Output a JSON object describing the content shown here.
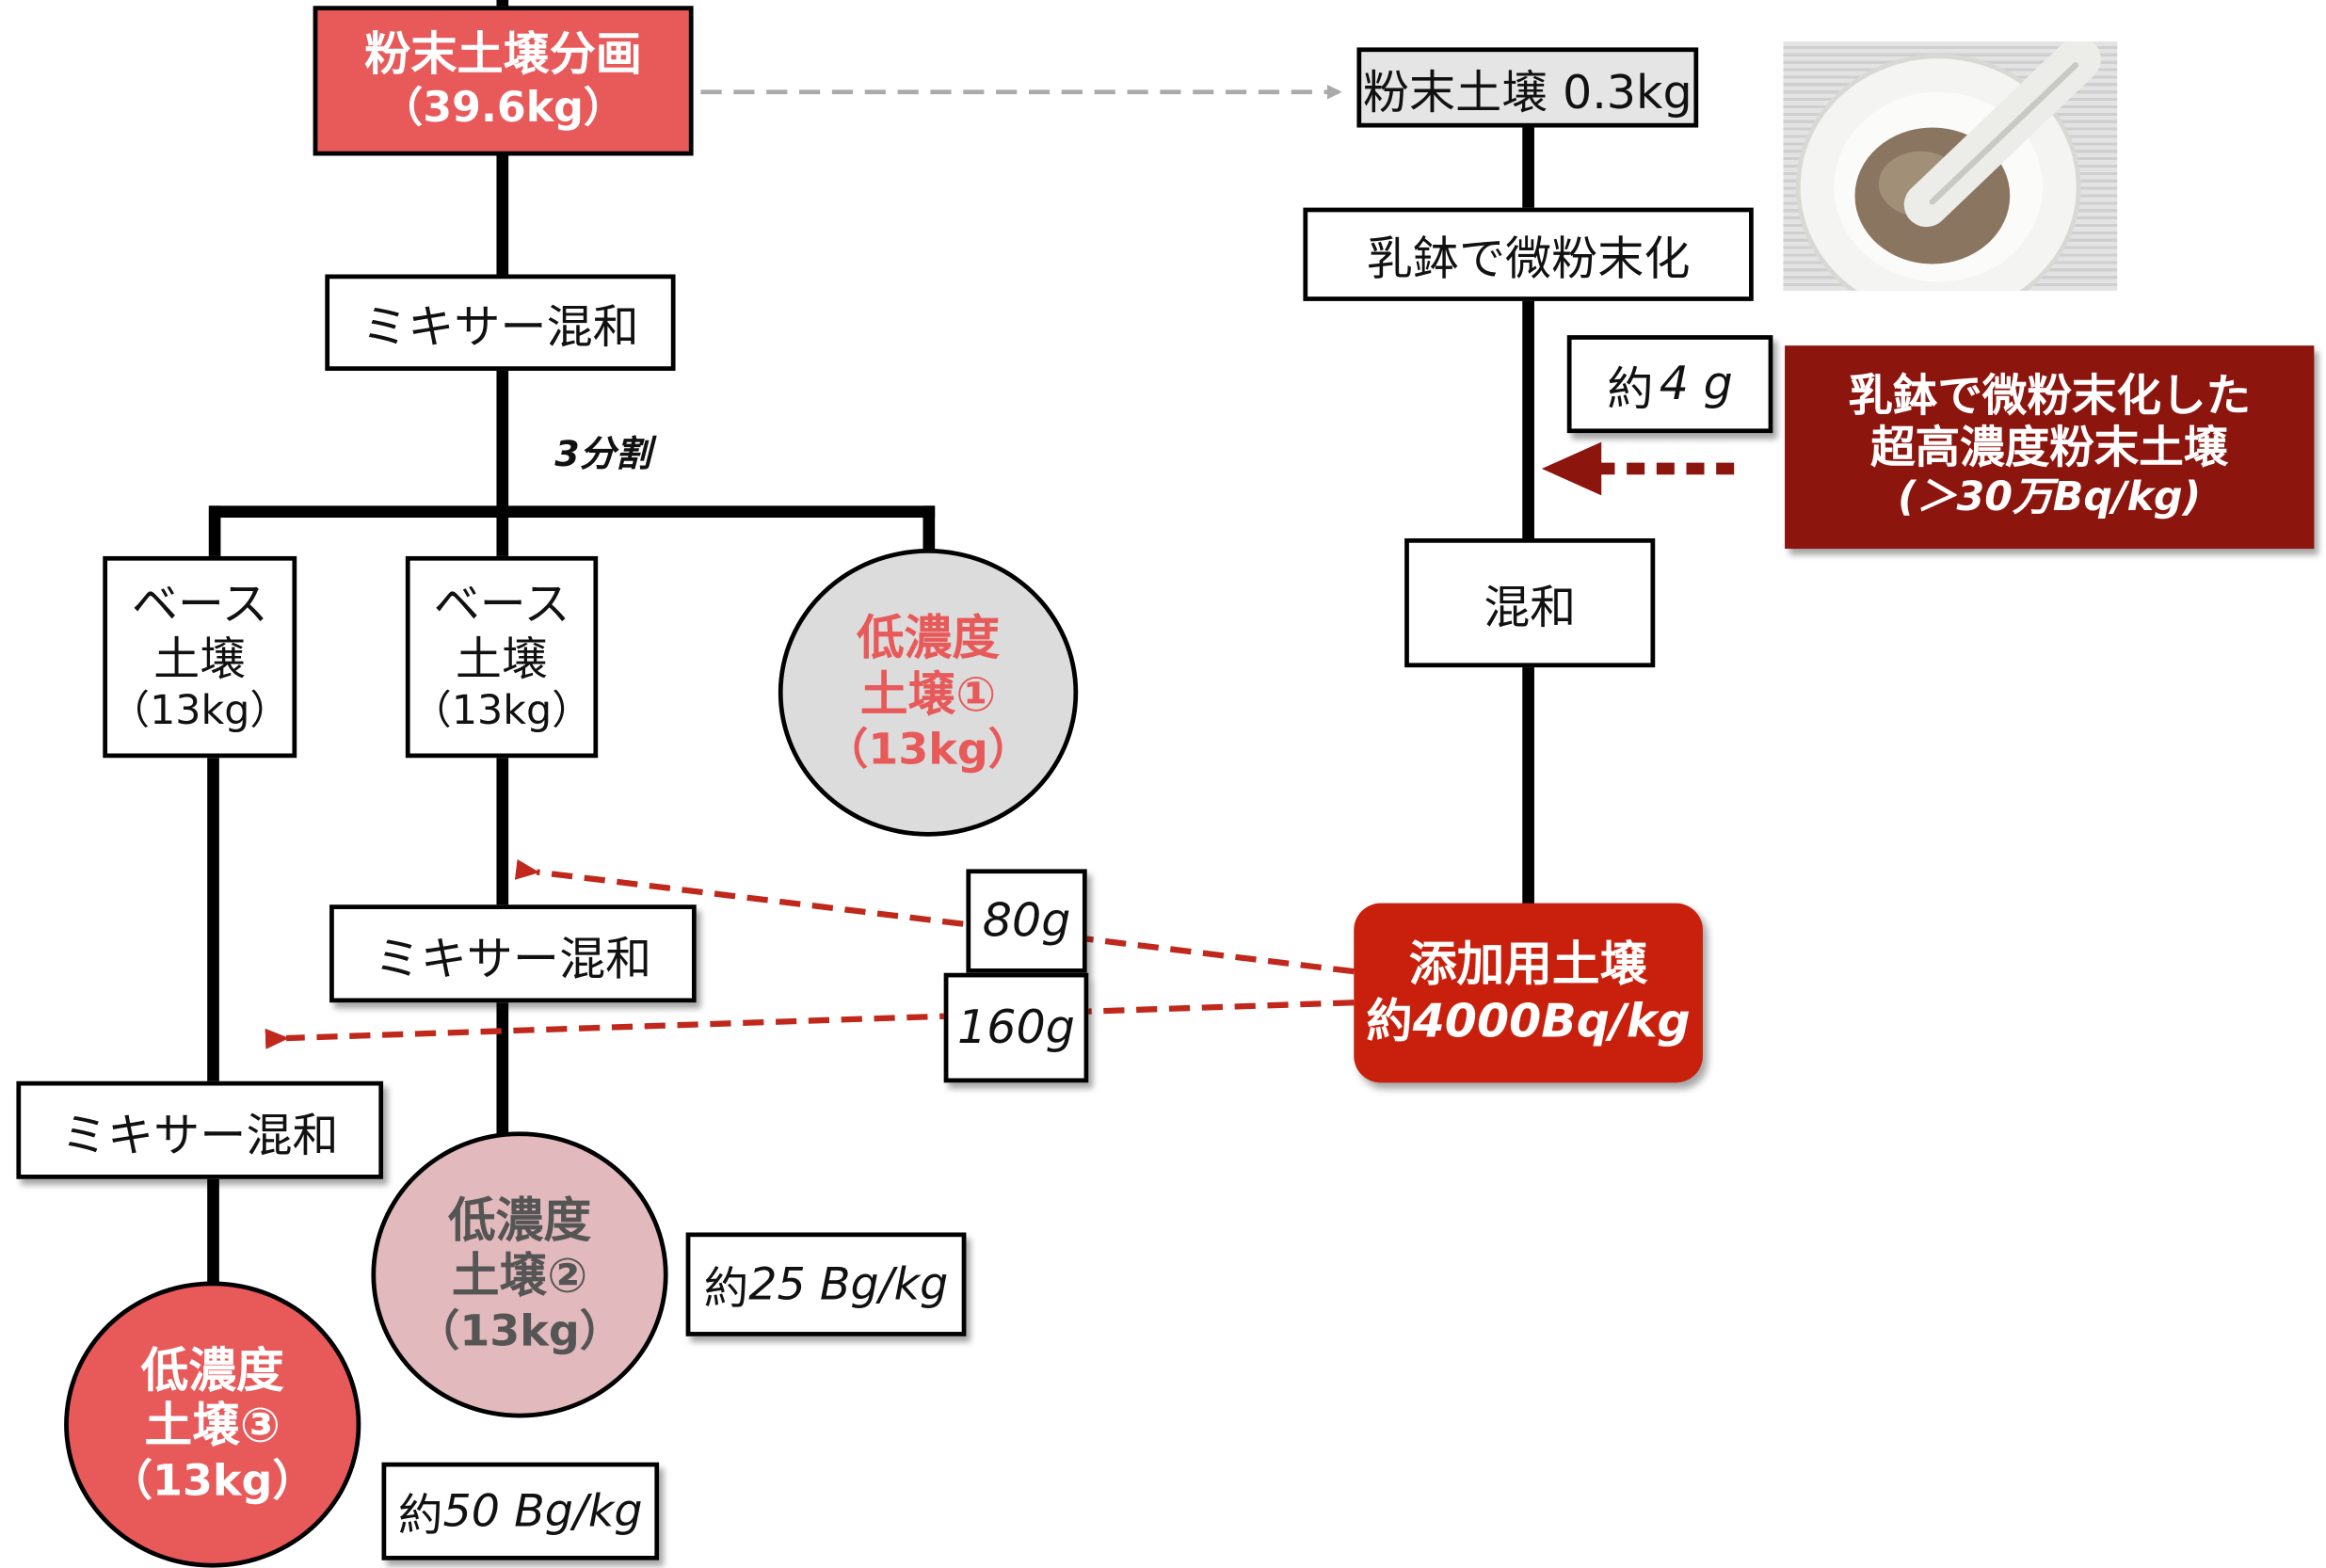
{
  "top_box": {
    "line1": "粉末土壌分画",
    "line2": "（39.6kg）",
    "color": "#e8595a"
  },
  "mix_top": "ミキサー混和",
  "split_label": "3分割",
  "base1": {
    "line1": "ベース",
    "line2": "土壌",
    "line3": "（13kg）"
  },
  "base2": {
    "line1": "ベース",
    "line2": "土壌",
    "line3": "（13kg）"
  },
  "low1": {
    "line1": "低濃度",
    "line2": "土壌①",
    "line3": "（13kg）",
    "fill": "#dcdcdc",
    "text_color": "#e8595a"
  },
  "mix_mid": "ミキサー混和",
  "mix_low": "ミキサー混和",
  "low2": {
    "line1": "低濃度",
    "line2": "土壌②",
    "line3": "（13kg）",
    "fill": "#e2b9bc",
    "text_color": "#555555"
  },
  "low3": {
    "line1": "低濃度",
    "line2": "土壌③",
    "line3": "（13kg）",
    "fill": "#e8595a",
    "text_color": "#ffffff"
  },
  "label_25": {
    "prefix": "約",
    "value": "25 Bg/kg"
  },
  "label_50": {
    "prefix": "約",
    "value": "50 Bg/kg"
  },
  "right_top": "粉末土壌 0.3kg",
  "grind_box": "乳鉢で微粉末化",
  "label_4g": {
    "prefix": "約",
    "value": "4 g"
  },
  "high_box": {
    "line1": "乳鉢で微粉末化した",
    "line2": "超高濃度粉末土壌",
    "line3": "(＞30万Bq/kg)",
    "color": "#8c150e"
  },
  "mix_right": "混和",
  "additive": {
    "line1": "添加用土壌",
    "prefix": "約",
    "value": "4000Bq/kg",
    "color": "#c8200c"
  },
  "amount_80": "80g",
  "amount_160": "160g",
  "colors": {
    "dashed_red": "#c0281c",
    "dashed_gray": "#aaaaaa",
    "dotted_dark": "#8c150e"
  },
  "icons": {
    "mortar_photo": "mortar-pestle-photo"
  }
}
